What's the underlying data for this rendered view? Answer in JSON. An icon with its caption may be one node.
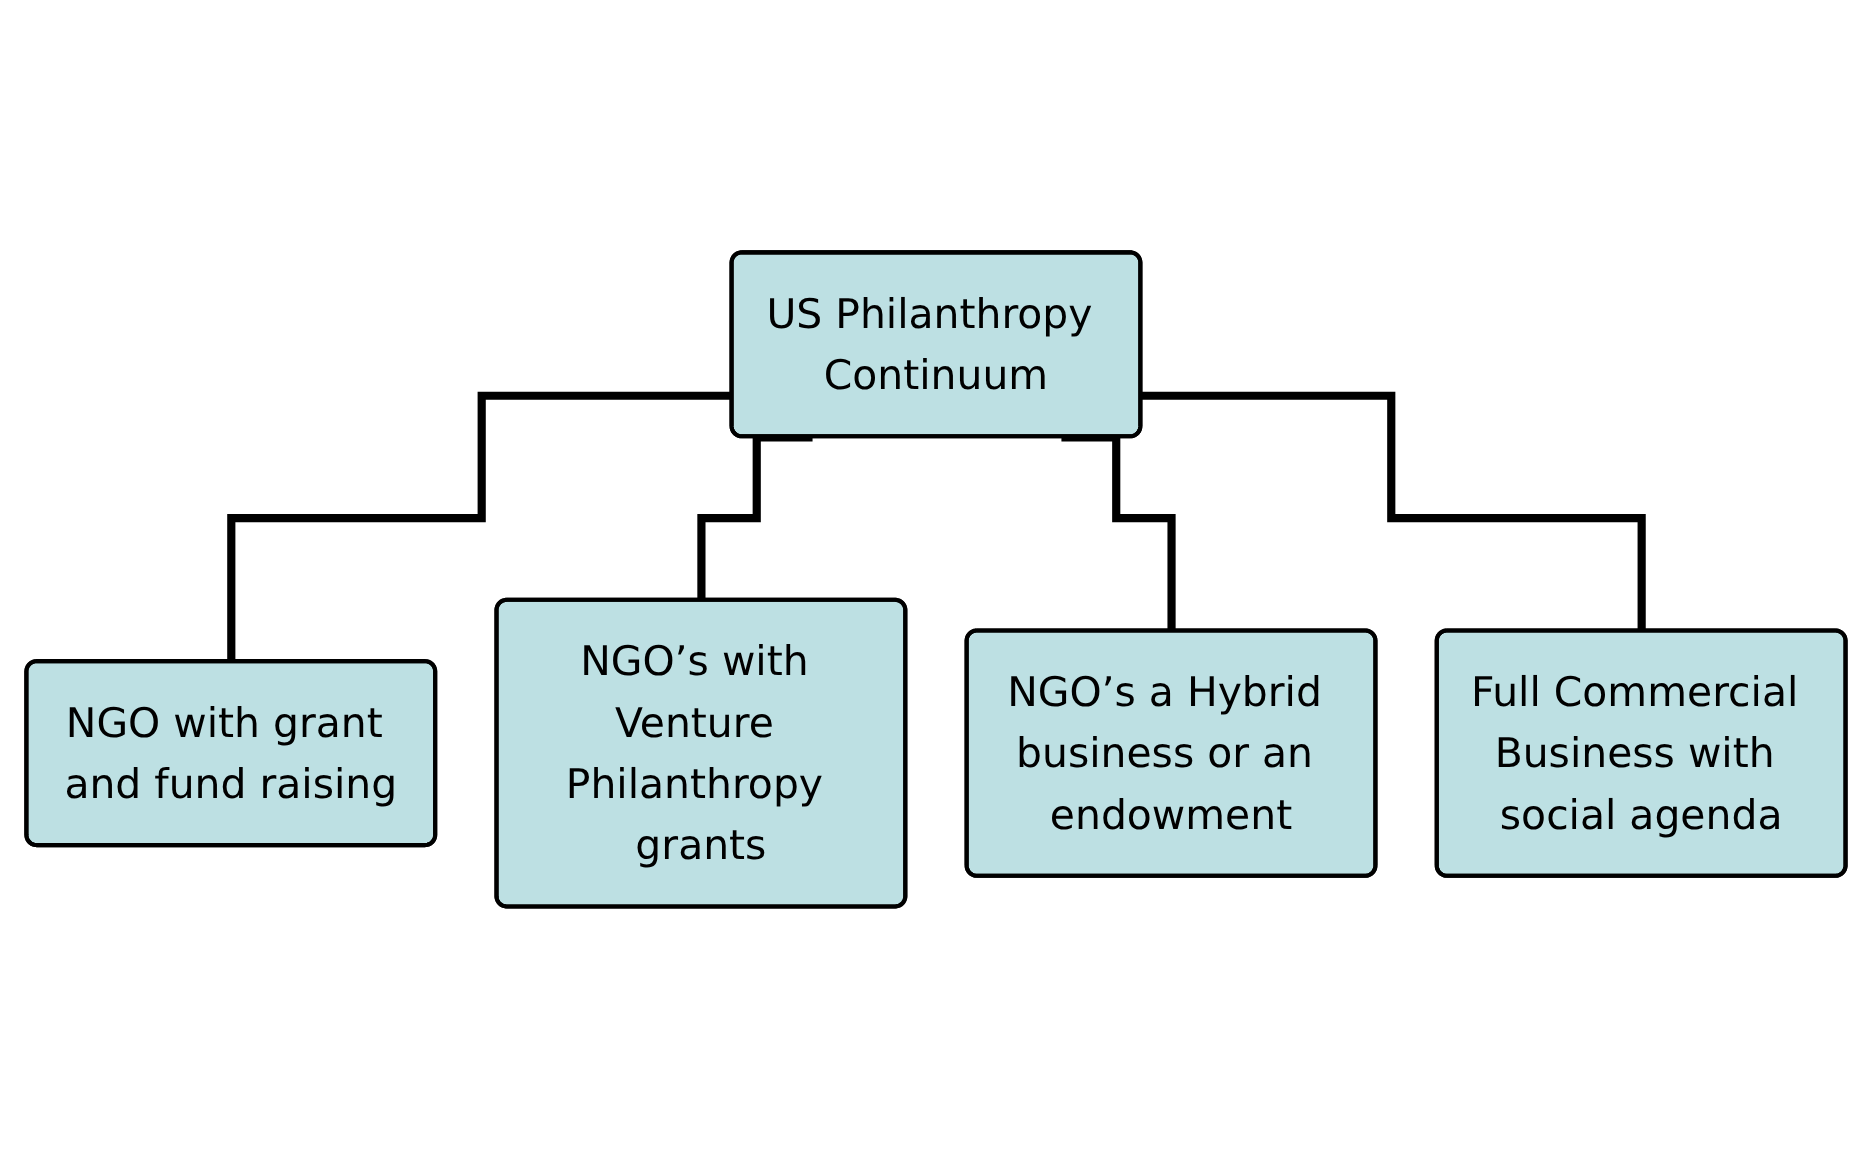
{
  "diagram": {
    "nodes": [
      {
        "text": [
          "US Philanthropy Continuum"
        ]
      },
      {
        "text": [
          "NGO with grant and fund raising"
        ]
      },
      {
        "text": [
          "NGO’s with Venture Philanthropy grants"
        ]
      },
      {
        "text": [
          "NGO’s a Hybrid business or an endowment"
        ]
      },
      {
        "text": [
          "Full Commercial Business with social agenda"
        ]
      }
    ],
    "edges": [
      {
        "from": 0,
        "to": 1,
        "arrow": "none"
      },
      {
        "from": 0,
        "to": 2,
        "arrow": "none"
      },
      {
        "from": 0,
        "to": 3,
        "arrow": "none"
      },
      {
        "from": 0,
        "to": 4,
        "arrow": "none"
      }
    ]
  }
}
